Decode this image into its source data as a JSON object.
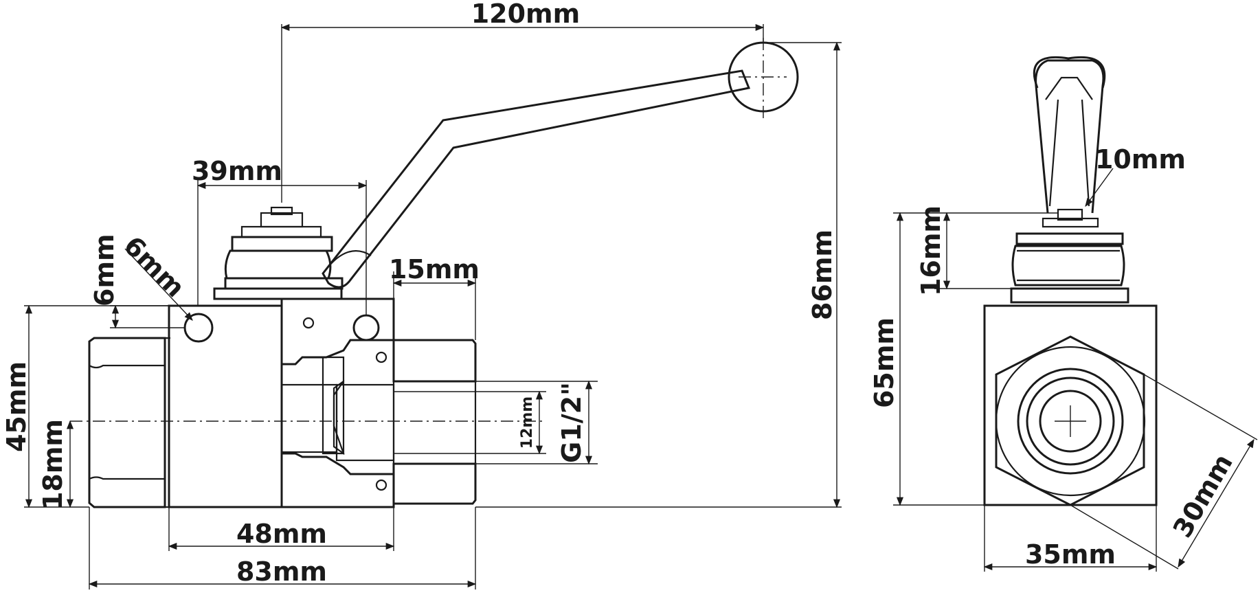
{
  "colors": {
    "ink": "#1a1a1a",
    "paper": "#ffffff"
  },
  "dimensions": {
    "handle_length": "120mm",
    "stem_offset": "39mm",
    "hole_diameter": "6mm",
    "hole_edge_offset": "6mm",
    "port_depth": "15mm",
    "overall_height": "86mm",
    "body_height": "45mm",
    "center_height": "18mm",
    "bore": "12mm",
    "thread": "G1/2\"",
    "body_length": "48mm",
    "overall_length": "83mm",
    "stem_flat": "10mm",
    "stem_height": "16mm",
    "side_height": "65mm",
    "body_width": "35mm",
    "hex_across_corners": "30mm"
  }
}
